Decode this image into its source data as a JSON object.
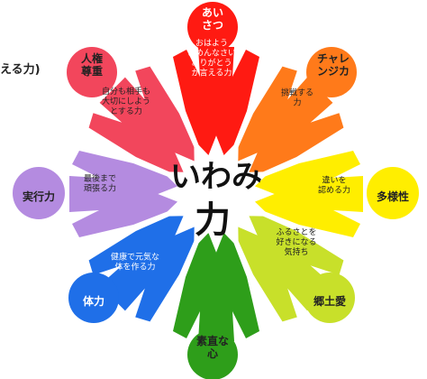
{
  "corner_text": "える力)",
  "center_title_line1": "いわみ",
  "center_title_line2": "力",
  "figures": [
    {
      "label": "あいさつ",
      "label_lines": [
        "あい",
        "さつ"
      ],
      "desc_lines": [
        "おはよう",
        "ごめんなさい",
        "ありがとう",
        "が言える力"
      ],
      "color": "#ff1a12"
    },
    {
      "label": "チャレンジカ",
      "label_lines": [
        "チャレ",
        "ンジカ"
      ],
      "desc_lines": [
        "挑戦する",
        "力"
      ],
      "color": "#ff7a1a"
    },
    {
      "label": "多様性",
      "label_lines": [
        "多様性"
      ],
      "desc_lines": [
        "違いを",
        "認める力"
      ],
      "color": "#ffee00"
    },
    {
      "label": "郷土愛",
      "label_lines": [
        "郷土愛"
      ],
      "desc_lines": [
        "ふるさとを",
        "好きになる",
        "気持ち"
      ],
      "color": "#c8e02a"
    },
    {
      "label": "素直な心",
      "label_lines": [
        "素直な",
        "心"
      ],
      "desc_lines": [],
      "color": "#2e9e1a"
    },
    {
      "label": "体力",
      "label_lines": [
        "体力"
      ],
      "desc_lines": [
        "健康で元気な",
        "体を作る力"
      ],
      "color": "#1f6fe8"
    },
    {
      "label": "実行力",
      "label_lines": [
        "実行力"
      ],
      "desc_lines": [
        "最後まで",
        "頑張る力"
      ],
      "color": "#b48be0"
    },
    {
      "label": "人権尊重",
      "label_lines": [
        "人権",
        "尊重"
      ],
      "desc_lines": [
        "自分も相手も",
        "大切にしよう",
        "とする力"
      ],
      "color": "#f2465c"
    }
  ]
}
